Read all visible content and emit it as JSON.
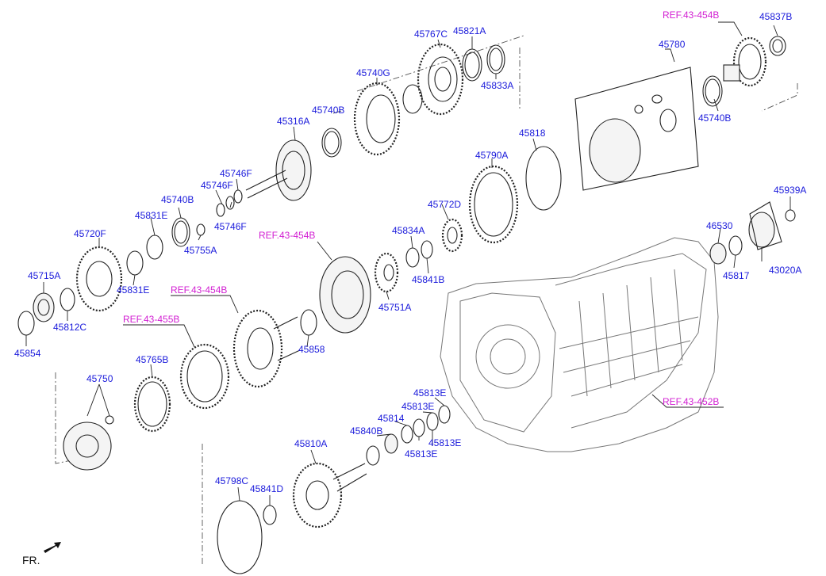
{
  "part_labels": [
    "45837B",
    "45780",
    "45740B",
    "45767C",
    "45821A",
    "45833A",
    "45740G",
    "45740B",
    "45316A",
    "45818",
    "45790A",
    "45746F",
    "45746F",
    "45746F",
    "45740B",
    "45831E",
    "45755A",
    "45720F",
    "45831E",
    "45715A",
    "45812C",
    "45854",
    "45772D",
    "45834A",
    "45841B",
    "45751A",
    "45858",
    "45765B",
    "45750",
    "45813E",
    "45813E",
    "45814",
    "45840B",
    "45813E",
    "45813E",
    "45810A",
    "45798C",
    "45841D",
    "45939A",
    "46530",
    "45817",
    "43020A"
  ],
  "ref_labels": [
    "REF.43-454B",
    "REF.43-454B",
    "REF.43-454B",
    "REF.43-455B",
    "REF.43-452B"
  ],
  "direction": {
    "label": "FR."
  },
  "colors": {
    "part_label": "#1a1adb",
    "ref_label": "#d21fd2",
    "line": "#222222"
  }
}
